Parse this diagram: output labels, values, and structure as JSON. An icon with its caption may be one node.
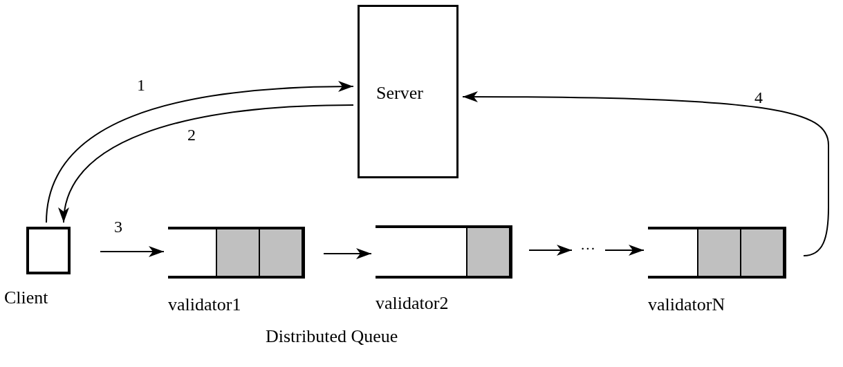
{
  "diagram": {
    "nodes": [
      {
        "text": [
          "Server"
        ]
      },
      {
        "text": [
          "Client"
        ]
      },
      {
        "text": [
          "validator1"
        ]
      },
      {
        "text": [
          "validator2"
        ]
      },
      {
        "text": [
          "···"
        ]
      },
      {
        "text": [
          "validatorN"
        ]
      }
    ],
    "edges": [
      {
        "from": 1,
        "to": 0,
        "arrow": "to",
        "label": "1"
      },
      {
        "from": 0,
        "to": 1,
        "arrow": "to",
        "label": "2"
      },
      {
        "from": null,
        "to": 2,
        "arrow": "to",
        "label": "3"
      },
      {
        "from": 2,
        "to": 3,
        "arrow": "to"
      },
      {
        "from": 3,
        "to": 4,
        "arrow": "to"
      },
      {
        "from": 4,
        "to": 5,
        "arrow": "to"
      },
      {
        "from": 5,
        "to": 0,
        "arrow": "to",
        "label": "4"
      }
    ],
    "labels": [
      "Distributed Queue"
    ]
  }
}
